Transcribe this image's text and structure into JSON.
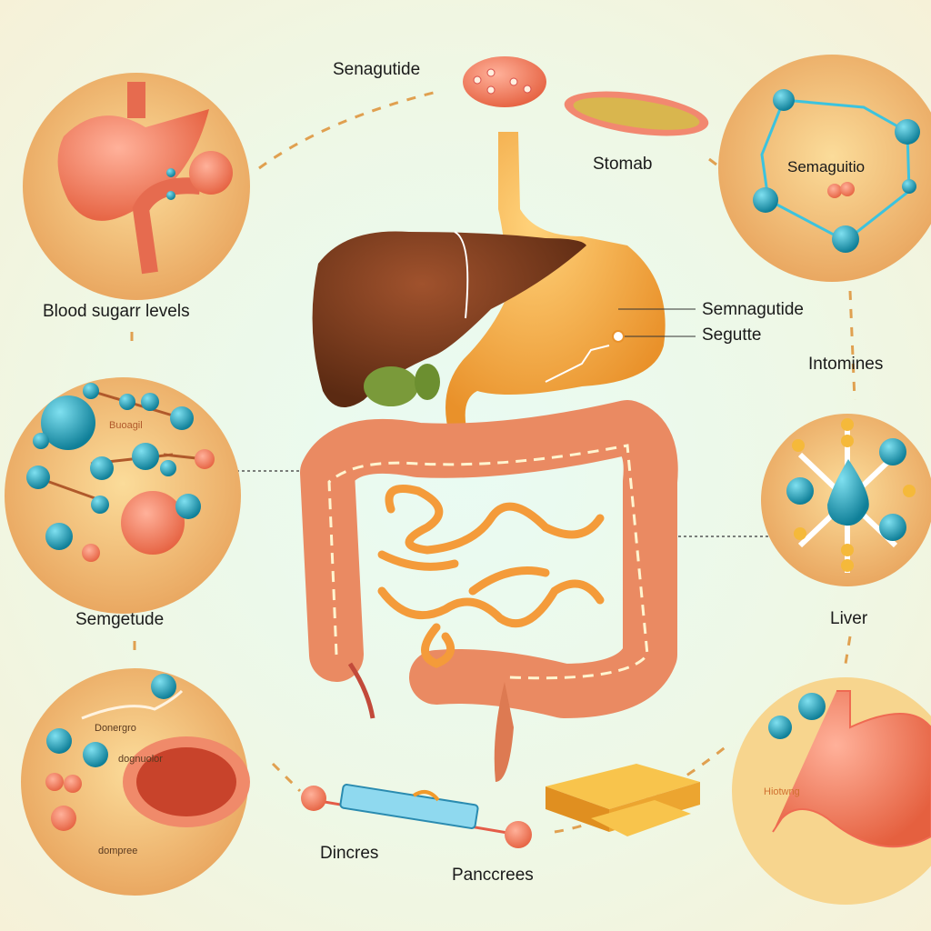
{
  "labels": {
    "top_center": "Senagutide",
    "stomach_top": "Stomab",
    "left_1": "Blood sugarr levels",
    "left_2": "Semgetude",
    "right_circle_1": "Semaguitio",
    "right_callout_1": "Semnagutide",
    "right_callout_2": "Segutte",
    "right_2": "Intomines",
    "right_3": "Liver",
    "bottom_1": "Dincres",
    "bottom_2": "Panccrees"
  },
  "circle_text": {
    "left_mid": "Buoagil",
    "left_bottom_1": "Donergro",
    "left_bottom_2": "dognuolor",
    "left_bottom_3": "dompree",
    "right_bottom": "Hiotwng"
  },
  "colors": {
    "circle": "#f0b566",
    "molecule": "#1b9bb5",
    "organ": "#ef8a64",
    "liver": "#7a3b1c",
    "stomach": "#f3a93a"
  }
}
